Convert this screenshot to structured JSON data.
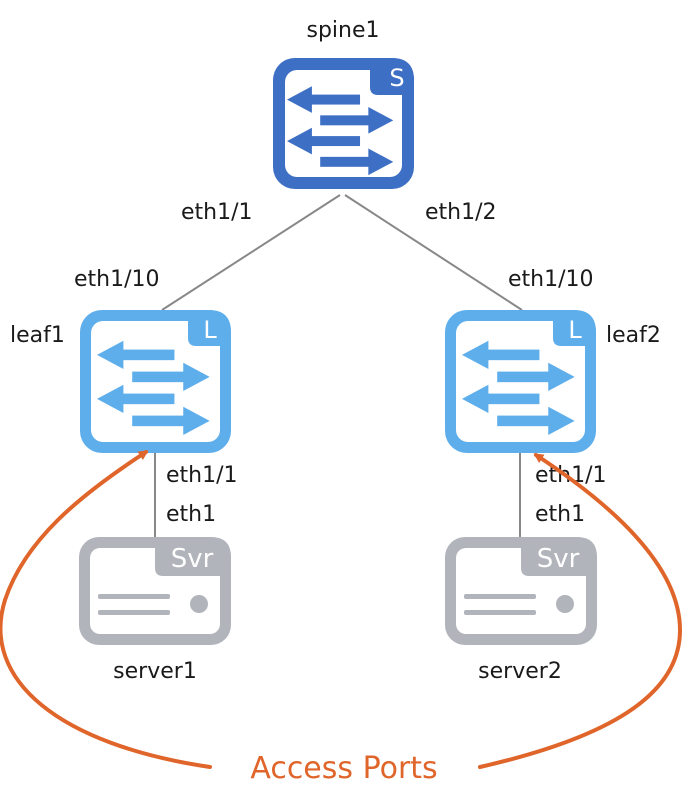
{
  "colors": {
    "spine": "#3d6fc4",
    "leaf": "#5eaeec",
    "server": "#b1b4bb",
    "link": "#888888",
    "accent": "#e0652a",
    "text": "#1a1a1a"
  },
  "nodes": {
    "spine1": {
      "label": "spine1",
      "badge": "S",
      "icon": "switch-icon"
    },
    "leaf1": {
      "label": "leaf1",
      "badge": "L",
      "icon": "switch-icon"
    },
    "leaf2": {
      "label": "leaf2",
      "badge": "L",
      "icon": "switch-icon"
    },
    "server1": {
      "label": "server1",
      "badge": "Svr",
      "icon": "server-icon"
    },
    "server2": {
      "label": "server2",
      "badge": "Svr",
      "icon": "server-icon"
    }
  },
  "links": [
    {
      "from": "spine1",
      "to": "leaf1",
      "from_port": "eth1/1",
      "to_port": "eth1/10"
    },
    {
      "from": "spine1",
      "to": "leaf2",
      "from_port": "eth1/2",
      "to_port": "eth1/10"
    },
    {
      "from": "leaf1",
      "to": "server1",
      "from_port": "eth1/1",
      "to_port": "eth1"
    },
    {
      "from": "leaf2",
      "to": "server2",
      "from_port": "eth1/1",
      "to_port": "eth1"
    }
  ],
  "annotation": {
    "text": "Access Ports",
    "targets": [
      "leaf1",
      "leaf2"
    ]
  }
}
